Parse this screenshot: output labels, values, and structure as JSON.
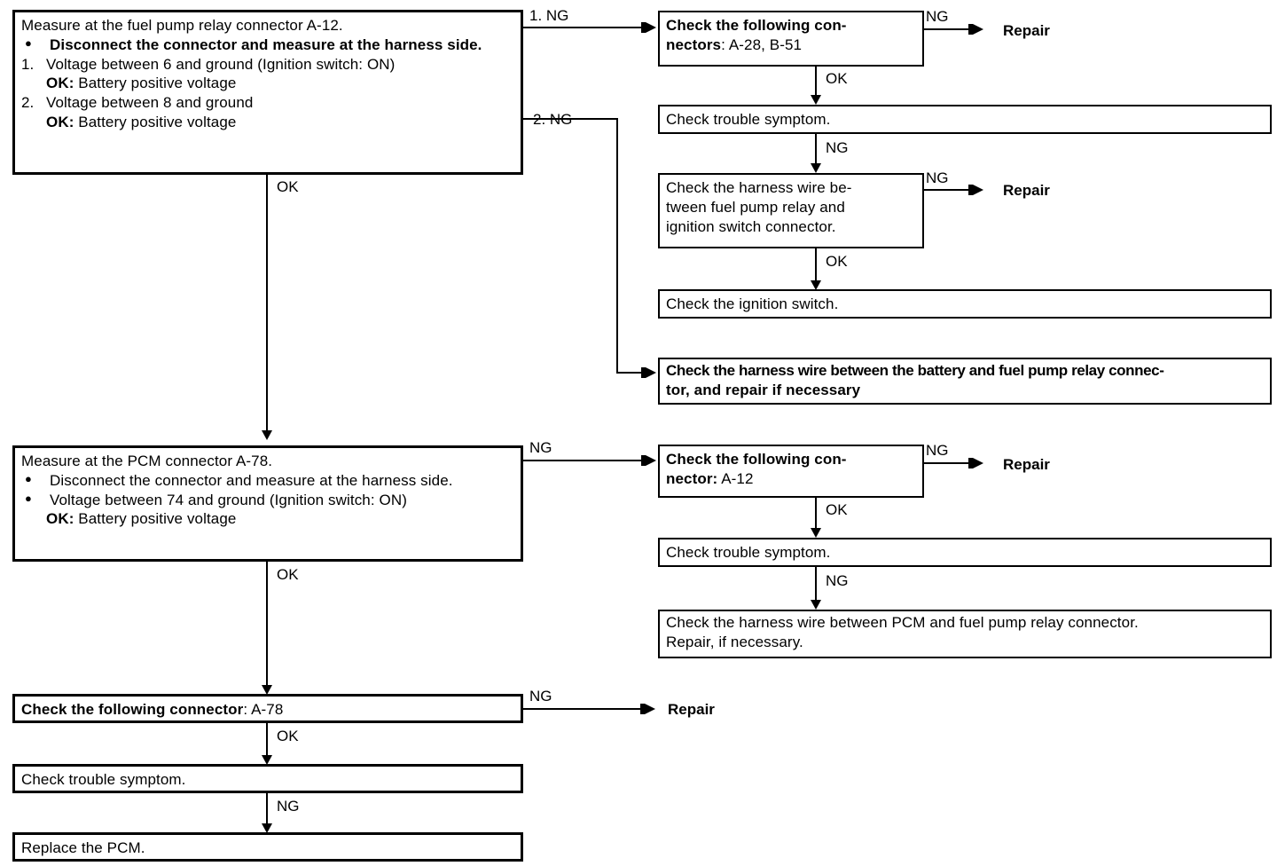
{
  "diagram": {
    "type": "troubleshooting-flowchart",
    "subject": "Fuel pump relay / PCM power supply circuit check"
  },
  "nodes": {
    "measure_relay": {
      "title": "Measure at the fuel pump relay connector A-12.",
      "bullet1_marker": "●",
      "bullet1": "Disconnect the connector and measure at the harness side.",
      "item1_marker": "1.",
      "item1": "Voltage between 6 and ground (Ignition switch: ON)",
      "item1_ok_label": "OK:",
      "item1_ok_value": "Battery positive voltage",
      "item2_marker": "2.",
      "item2": "Voltage between 8 and ground",
      "item2_ok_label": "OK:",
      "item2_ok_value": "Battery positive voltage"
    },
    "check_connectors_a28_b51": {
      "label_bold": "Check the following con-",
      "label_bold2": "nectors",
      "label_rest": ": A-28, B-51"
    },
    "check_trouble_symptom_1": {
      "text": "Check trouble symptom."
    },
    "check_harness_relay_ignition": {
      "line1": "Check the harness wire be-",
      "line2": "tween fuel pump relay and",
      "line3": "ignition switch connector."
    },
    "check_ignition_switch": {
      "text": "Check the ignition switch."
    },
    "check_harness_battery_relay": {
      "line1": "Check the harness wire between the battery and fuel pump relay connec-",
      "line2": "tor, and repair if necessary"
    },
    "measure_pcm": {
      "title": "Measure at the PCM connector A-78.",
      "bullet1_marker": "●",
      "bullet1": "Disconnect the connector and measure at the harness side.",
      "bullet2_marker": "●",
      "bullet2": "Voltage between 74 and ground (Ignition switch: ON)",
      "bullet2_ok_label": "OK:",
      "bullet2_ok_value": "Battery positive voltage"
    },
    "check_connector_a12": {
      "label_bold": "Check the following con-",
      "label_bold2": "nector:",
      "label_rest": " A-12"
    },
    "check_trouble_symptom_2": {
      "text": "Check trouble symptom."
    },
    "check_harness_pcm_relay": {
      "line1": "Check the harness wire between PCM and fuel pump relay connector.",
      "line2": "Repair, if necessary."
    },
    "check_connector_a78": {
      "label_bold": "Check the following connector",
      "label_rest": ": A-78"
    },
    "check_trouble_symptom_3": {
      "text": "Check trouble symptom."
    },
    "replace_pcm": {
      "text": "Replace the PCM."
    },
    "repair_1": {
      "text": "Repair"
    },
    "repair_2": {
      "text": "Repair"
    },
    "repair_3": {
      "text": "Repair"
    },
    "repair_4": {
      "text": "Repair"
    }
  },
  "edges": {
    "relay_ng1": "1. NG",
    "relay_ng2": "2. NG",
    "relay_ok": "OK",
    "a28b51_ng": "NG",
    "a28b51_ok": "OK",
    "symptom1_ng": "NG",
    "harness_ignition_ng": "NG",
    "harness_ignition_ok": "OK",
    "pcm_ng": "NG",
    "pcm_ok": "OK",
    "a12_ng": "NG",
    "a12_ok": "OK",
    "symptom2_ng": "NG",
    "a78_ng": "NG",
    "a78_ok": "OK",
    "symptom3_ng": "NG"
  },
  "colors": {
    "line": "#000000",
    "background": "#ffffff",
    "text": "#000000"
  }
}
